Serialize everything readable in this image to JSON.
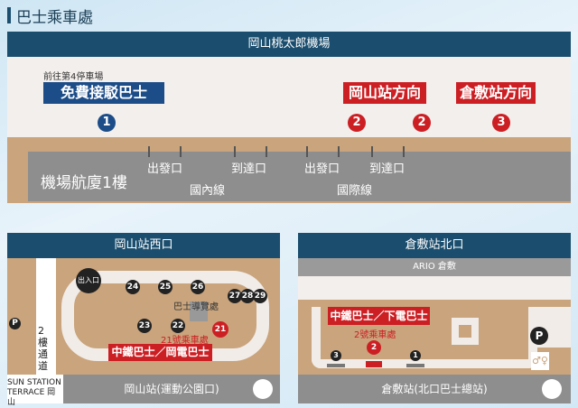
{
  "title": "巴士乘車處",
  "airport": {
    "header": "岡山桃太郎機場",
    "note": "前往第4停車場",
    "labels": {
      "free_shuttle": "免費接駁巴士",
      "okayama": "岡山站方向",
      "kurashiki": "倉敷站方向"
    },
    "stops": [
      "1",
      "2",
      "2",
      "3"
    ],
    "terminal": "機場航廈1樓",
    "gates": [
      "出發口",
      "到達口",
      "出發口",
      "到達口"
    ],
    "sections": [
      "國內線",
      "國際線"
    ],
    "colors": {
      "blue": "#1c4d88",
      "red": "#cc1f24",
      "header": "#1b4e6e"
    }
  },
  "okayama": {
    "header": "岡山站西口",
    "entrance": "出入口",
    "bus_numbers": [
      "24",
      "25",
      "26",
      "27",
      "28",
      "29",
      "23",
      "22",
      "21"
    ],
    "info": "巴士導覽處",
    "stop_label": "21號乘車處",
    "operator": "中鐵巴士／岡電巴士",
    "corridor": "2樓通道",
    "building": "SUN STATION TERRACE 岡山",
    "footer": "岡山站(運動公園口)",
    "parking": "P"
  },
  "kurashiki": {
    "header": "倉敷站北口",
    "mall": "ARIO 倉敷",
    "operator": "中鐵巴士／下電巴士",
    "stop_label": "2號乘車處",
    "stops": [
      "3",
      "2",
      "1"
    ],
    "footer": "倉敷站(北口巴士總站)",
    "parking": "P"
  }
}
